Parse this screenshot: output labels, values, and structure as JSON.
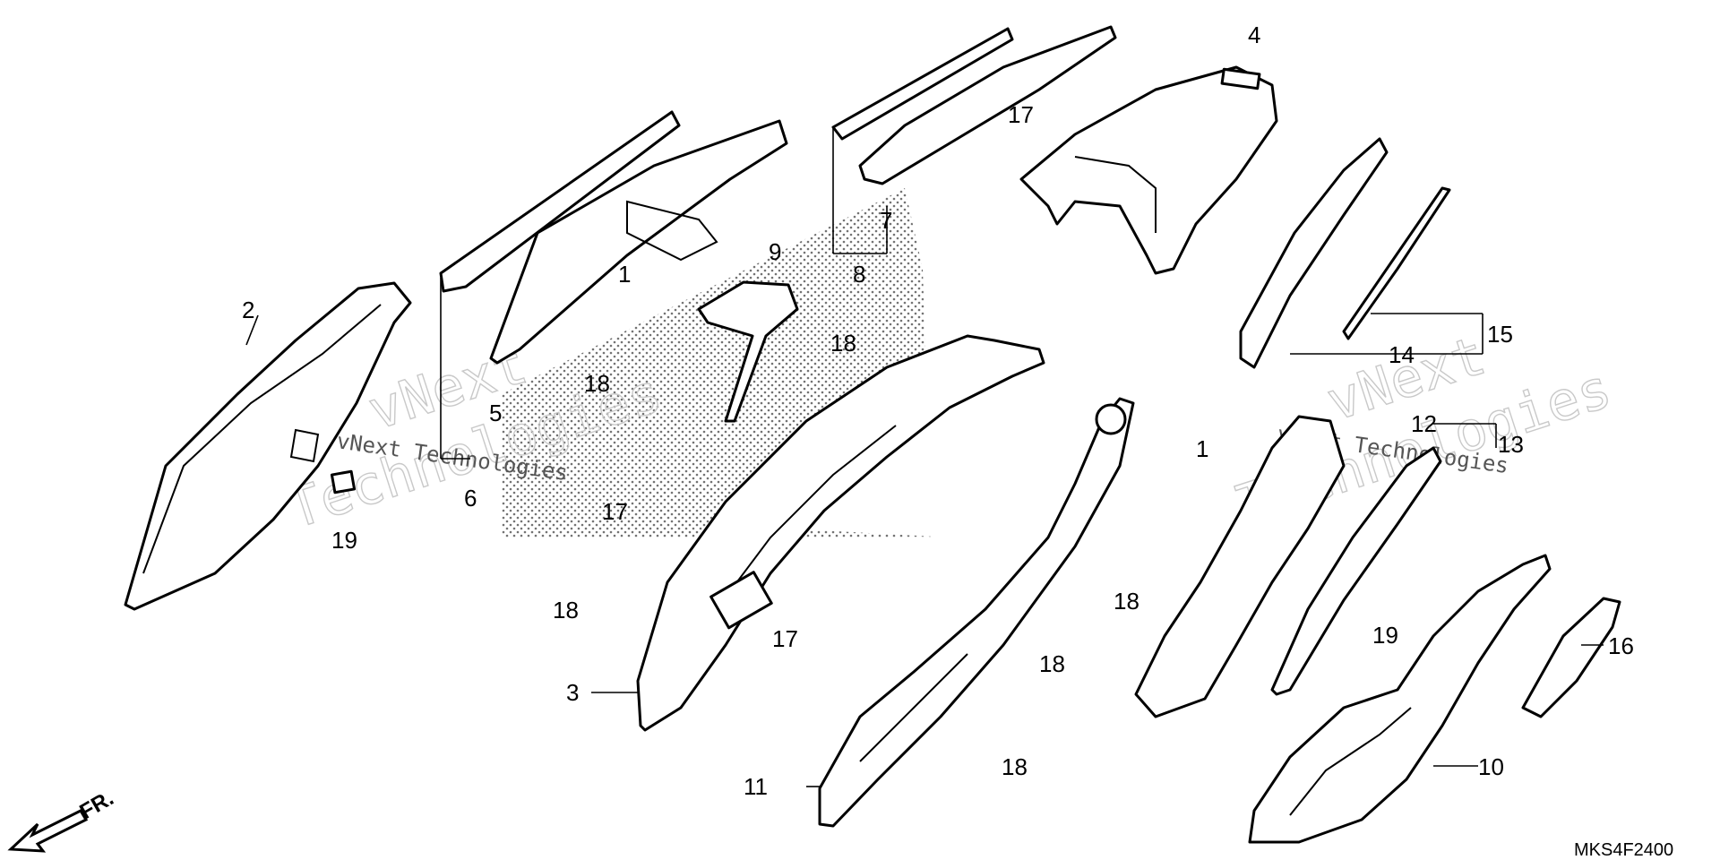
{
  "callouts": [
    "1",
    "2",
    "3",
    "4",
    "5",
    "6",
    "7",
    "8",
    "9",
    "10",
    "11",
    "12",
    "13",
    "14",
    "15",
    "16",
    "17",
    "18",
    "19"
  ],
  "repeat_labels": {
    "one_b": "1",
    "seventeen_b": "17",
    "seventeen_c": "17",
    "eighteen_b": "18",
    "eighteen_c": "18",
    "eighteen_d": "18",
    "eighteen_e": "18",
    "eighteen_f": "18",
    "nineteen_b": "19"
  },
  "watermark": {
    "line1": "vNext",
    "line2": "Technologies",
    "small": "vNext Technologies"
  },
  "direction": {
    "label": "FR."
  },
  "diagram_code": "MKS4F2400"
}
